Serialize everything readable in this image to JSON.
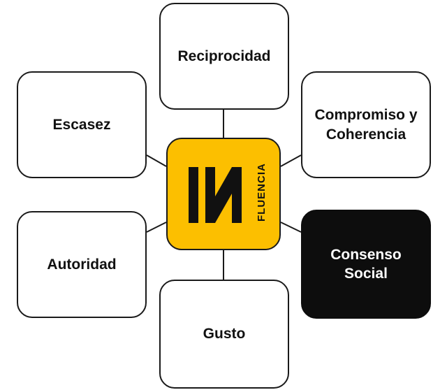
{
  "center": {
    "logo_icon": "in-logo-icon",
    "logo_text": "FLUENCIA",
    "color": "#fcbf00"
  },
  "nodes": {
    "reciprocidad": "Reciprocidad",
    "compromiso": "Compromiso y\nCoherencia",
    "escasez": "Escasez",
    "autoridad": "Autoridad",
    "consenso": "Consenso\nSocial",
    "gusto": "Gusto"
  },
  "colors": {
    "dark_node": "#0d0d0d",
    "border": "#1a1a1a"
  }
}
